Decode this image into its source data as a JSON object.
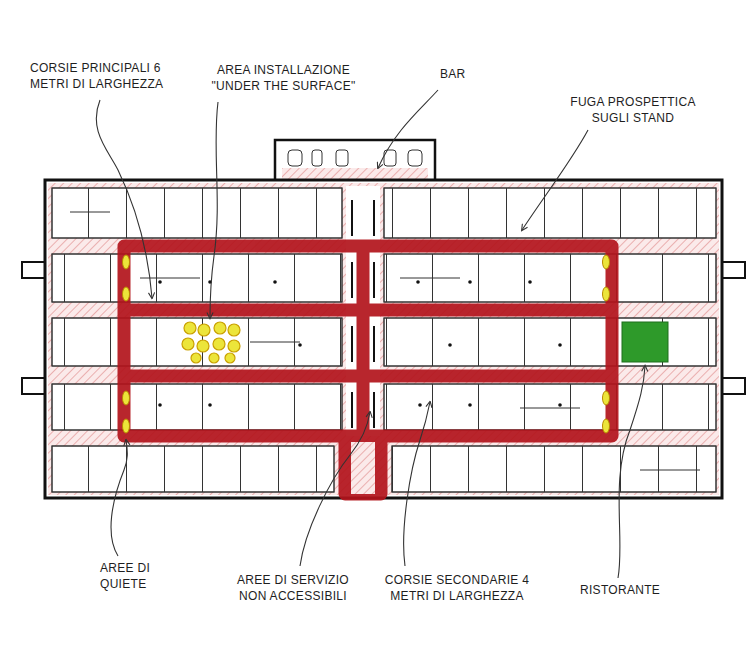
{
  "diagram": {
    "labels": [
      "CORSIE PRINCIPALI 6 METRI DI LARGHEZZA",
      "AREA INSTALLAZIONE \"UNDER THE SURFACE\"",
      "BAR",
      "FUGA PROSPETTICA SUGLI STAND",
      "AREE DI QUIETE",
      "AREE DI SERVIZIO NON ACCESSIBILI",
      "CORSIE SECONDARIE 4 METRI DI LARGHEZZA",
      "RISTORANTE"
    ]
  }
}
